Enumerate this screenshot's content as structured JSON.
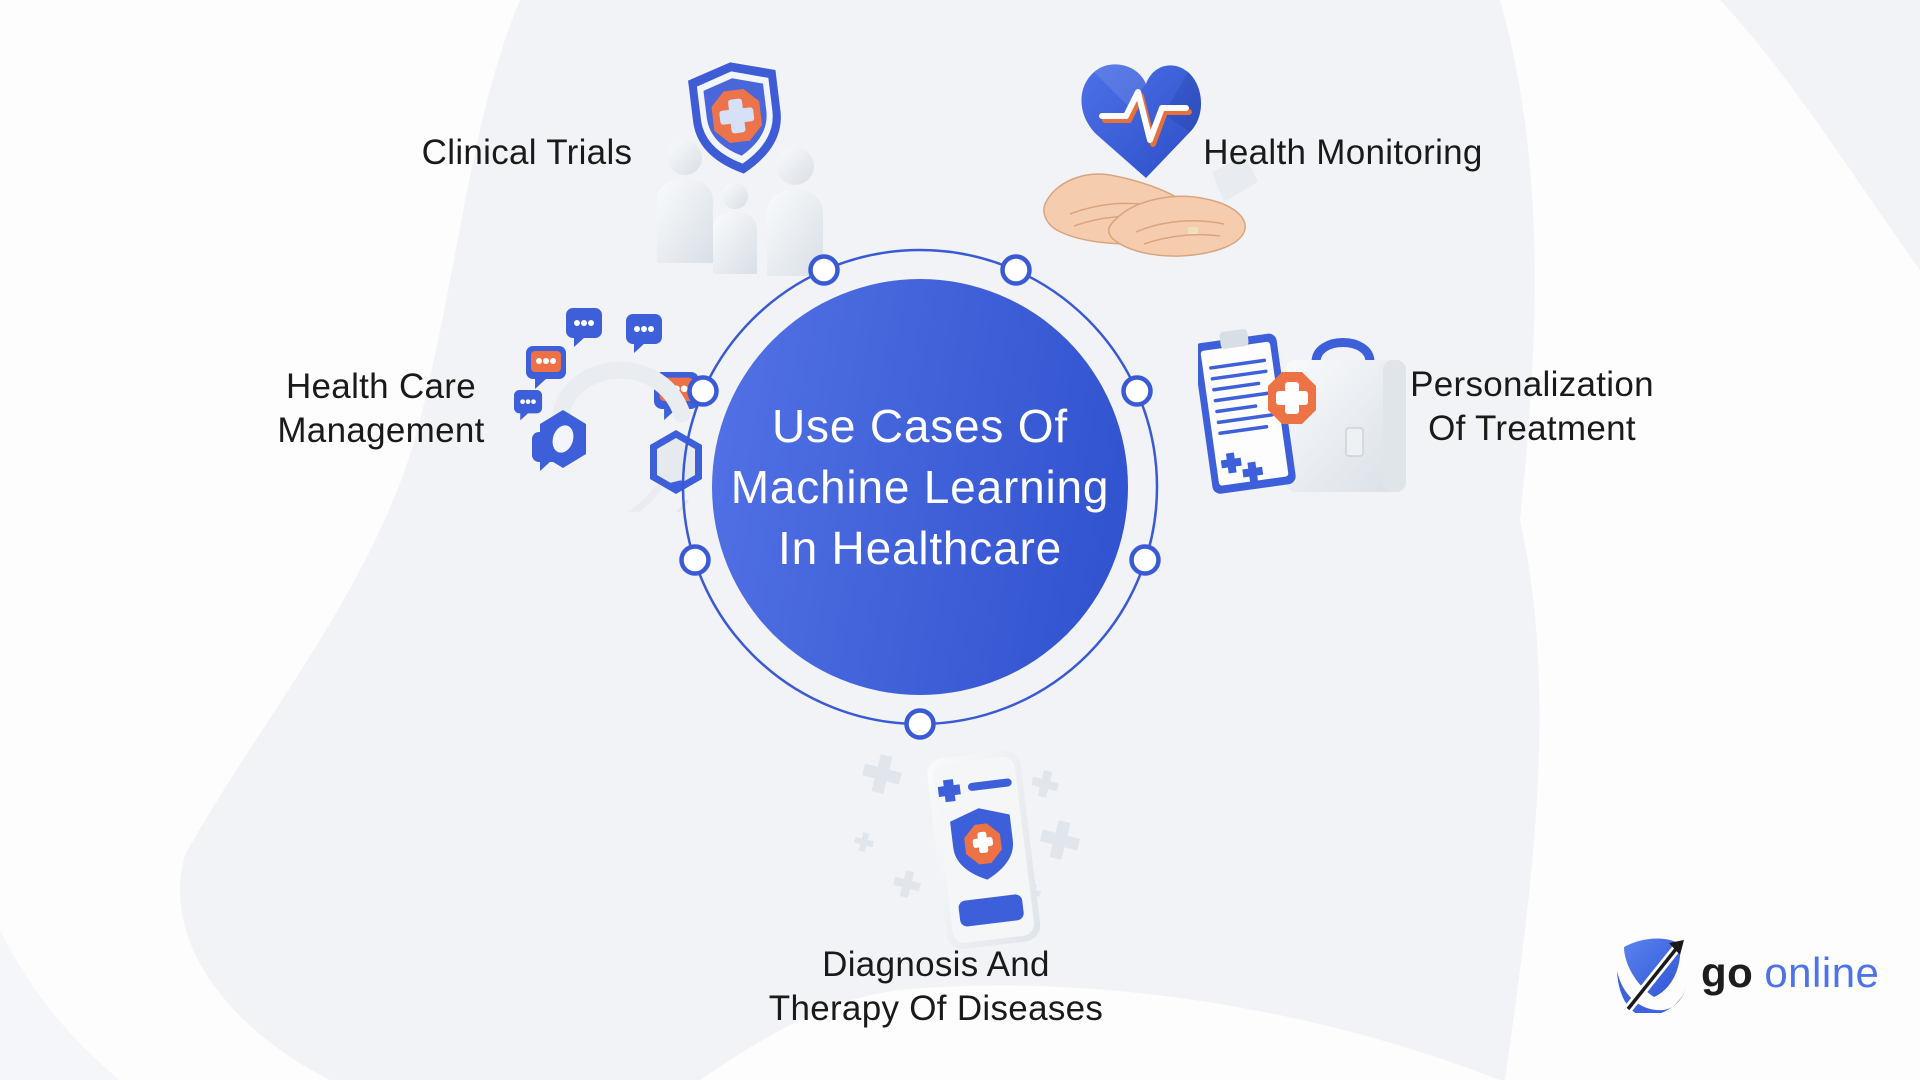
{
  "title": {
    "line1": "Use Cases Of",
    "line2": "Machine Learning",
    "line3": "In Healthcare"
  },
  "use_cases": {
    "clinical_trials": {
      "label": "Clinical Trials",
      "icon": "shield-people-icon"
    },
    "health_monitoring": {
      "label": "Health Monitoring",
      "icon": "heart-in-hands-icon"
    },
    "healthcare_management": {
      "line1": "Health Care",
      "line2": "Management",
      "icon": "headset-chat-icon"
    },
    "personalization": {
      "line1": "Personalization",
      "line2": "Of Treatment",
      "icon": "clipboard-medkit-icon"
    },
    "diagnosis": {
      "line1": "Diagnosis And",
      "line2": "Therapy Of Diseases",
      "icon": "phone-shield-icon"
    }
  },
  "logo": {
    "bold": "go",
    "light": "online"
  },
  "colors": {
    "primary_blue": "#3d5fd9",
    "circle_gradient_start": "#5372e6",
    "circle_gradient_end": "#2f51ce",
    "ring_blue": "#3a5ad5",
    "accent_orange": "#ed7245",
    "label_text": "#1a1a1a",
    "logo_online_blue": "#4e73e8",
    "background_grey": "#f2f3f6",
    "skin_tone": "#f5cdae"
  }
}
